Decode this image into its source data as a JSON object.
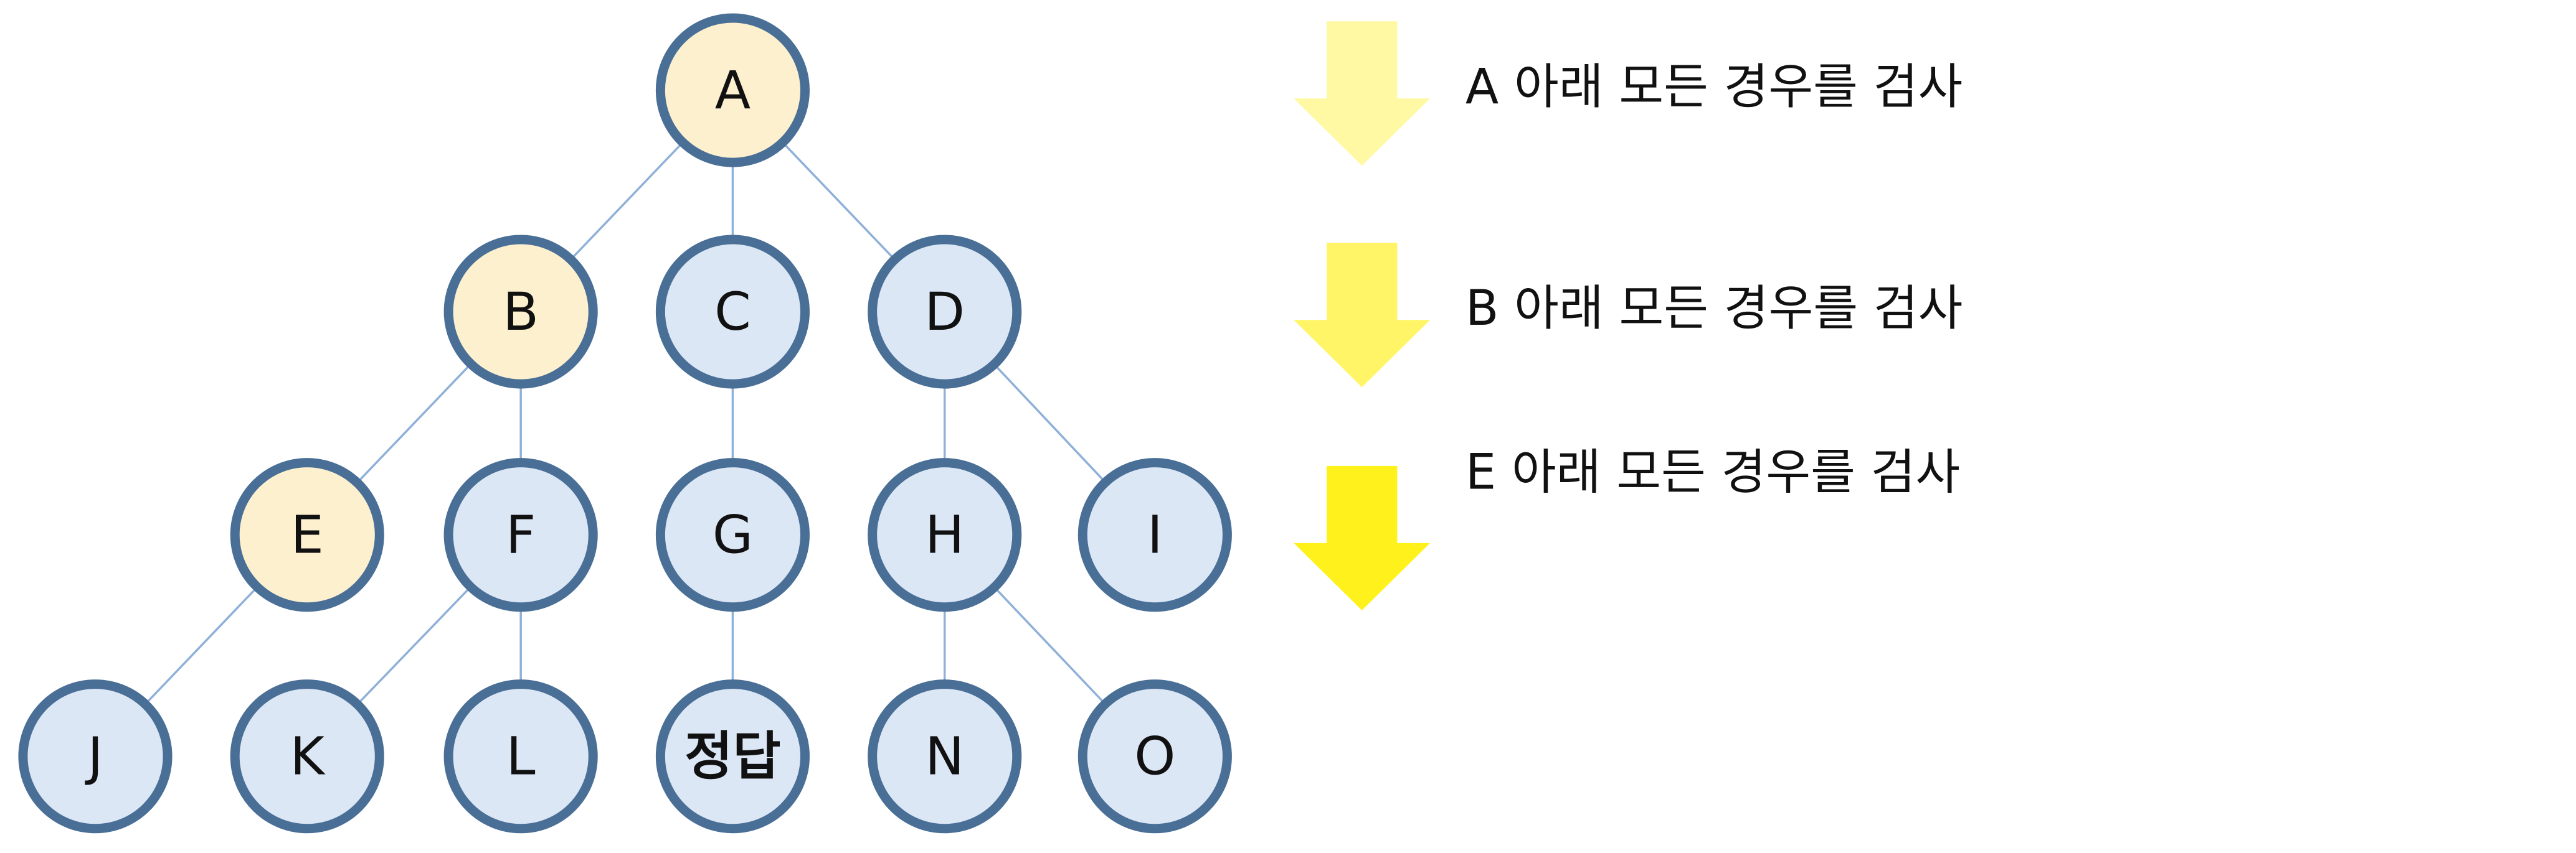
{
  "tree": {
    "nodes": [
      {
        "id": "A",
        "label": "A",
        "visited": true
      },
      {
        "id": "B",
        "label": "B",
        "visited": true
      },
      {
        "id": "C",
        "label": "C",
        "visited": false
      },
      {
        "id": "D",
        "label": "D",
        "visited": false
      },
      {
        "id": "E",
        "label": "E",
        "visited": true
      },
      {
        "id": "F",
        "label": "F",
        "visited": false
      },
      {
        "id": "G",
        "label": "G",
        "visited": false
      },
      {
        "id": "H",
        "label": "H",
        "visited": false
      },
      {
        "id": "I",
        "label": "I",
        "visited": false
      },
      {
        "id": "J",
        "label": "J",
        "visited": false
      },
      {
        "id": "K",
        "label": "K",
        "visited": false
      },
      {
        "id": "L",
        "label": "L",
        "visited": false
      },
      {
        "id": "M",
        "label": "정답",
        "visited": false,
        "bold": true
      },
      {
        "id": "N",
        "label": "N",
        "visited": false
      },
      {
        "id": "O",
        "label": "O",
        "visited": false
      }
    ],
    "edges": [
      [
        "A",
        "B"
      ],
      [
        "A",
        "C"
      ],
      [
        "A",
        "D"
      ],
      [
        "B",
        "E"
      ],
      [
        "B",
        "F"
      ],
      [
        "C",
        "G"
      ],
      [
        "D",
        "H"
      ],
      [
        "D",
        "I"
      ],
      [
        "E",
        "J"
      ],
      [
        "F",
        "K"
      ],
      [
        "F",
        "L"
      ],
      [
        "G",
        "M"
      ],
      [
        "H",
        "N"
      ],
      [
        "H",
        "O"
      ]
    ],
    "colors": {
      "visited_fill": "#fdf0cf",
      "unvisited_fill": "#dce7f6",
      "node_border": "#4a6f96",
      "edge": "#8fb0d8"
    }
  },
  "steps": [
    {
      "text": "A 아래 모든 경우를 검사",
      "arrow_color": "#fff9a3"
    },
    {
      "text": "B 아래 모든 경우를 검사",
      "arrow_color": "#fff566"
    },
    {
      "text": "E 아래 모든 경우를 검사",
      "arrow_color": "#fff21c"
    }
  ]
}
